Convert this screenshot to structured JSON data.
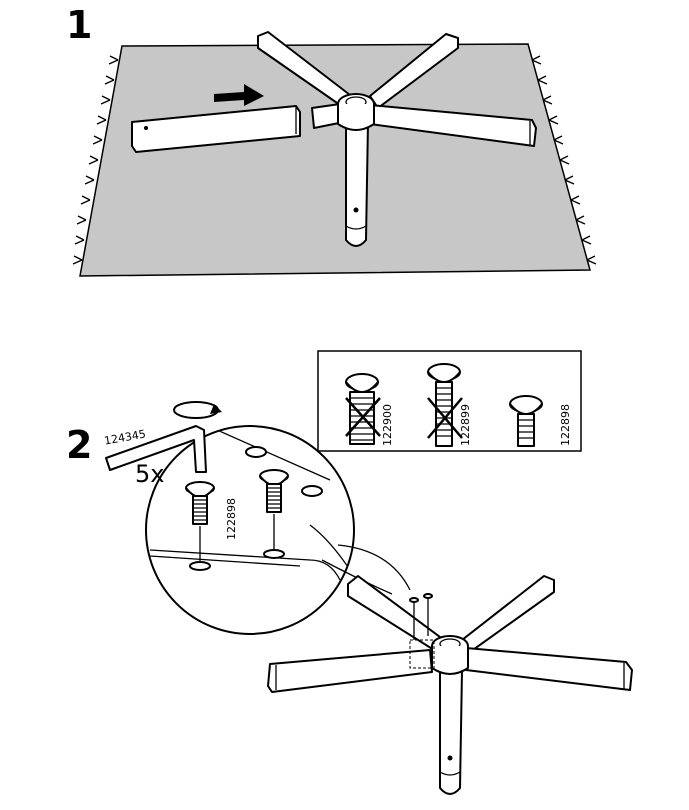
{
  "steps": [
    {
      "number": "1"
    },
    {
      "number": "2",
      "tool_part_no": "124345",
      "quantity": "5x",
      "screw_part_no": "122898",
      "screw_options": [
        {
          "part_no": "122900",
          "allowed": false
        },
        {
          "part_no": "122899",
          "allowed": false
        },
        {
          "part_no": "122898",
          "allowed": true
        }
      ]
    }
  ],
  "colors": {
    "mat": "#c7c7c7",
    "ink": "#000000",
    "background": "#ffffff"
  },
  "icons": [
    "push-arrow-icon",
    "rotate-arrow-icon",
    "allen-key-icon",
    "cross-out-icon"
  ]
}
